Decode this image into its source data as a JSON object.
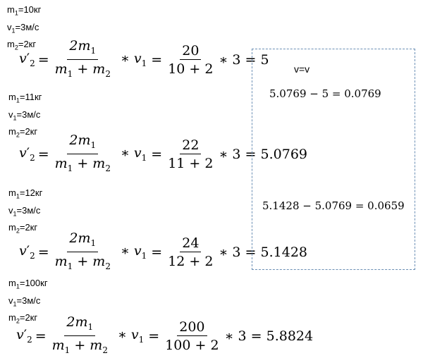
{
  "examples": [
    {
      "m1_label": "m",
      "m1_sub": "1",
      "m1_value": "=10кг",
      "v1_label": "v",
      "v1_sub": "1",
      "v1_value": "=3м/с",
      "m2_label": "m",
      "m2_sub": "2",
      "m2_value": "=2кг",
      "formula": {
        "lhs": "v",
        "lhs_prime": "′",
        "lhs_sub": "2",
        "frac1_num": "2m",
        "frac1_num_sub": "1",
        "frac1_den": "m",
        "frac1_den_sub1": "1",
        "frac1_den_plus": " + m",
        "frac1_den_sub2": "2",
        "mult_v": "∗ v",
        "mult_v_sub": "1",
        "frac2_num": "20",
        "frac2_den": "10 + 2",
        "tail": "∗ 3 = 5"
      }
    },
    {
      "m1_label": "m",
      "m1_sub": "1",
      "m1_value": "=11кг",
      "v1_label": "v",
      "v1_sub": "1",
      "v1_value": "=3м/с",
      "m2_label": "m",
      "m2_sub": "2",
      "m2_value": "=2кг",
      "formula": {
        "lhs": "v",
        "lhs_prime": "′",
        "lhs_sub": "2",
        "frac1_num": "2m",
        "frac1_num_sub": "1",
        "frac1_den": "m",
        "frac1_den_sub1": "1",
        "frac1_den_plus": " + m",
        "frac1_den_sub2": "2",
        "mult_v": "∗ v",
        "mult_v_sub": "1",
        "frac2_num": "22",
        "frac2_den": "11 + 2",
        "tail": "∗ 3 = 5.0769"
      }
    },
    {
      "m1_label": "m",
      "m1_sub": "1",
      "m1_value": "=12кг",
      "v1_label": "v",
      "v1_sub": "1",
      "v1_value": "=3м/с",
      "m2_label": "m",
      "m2_sub": "2",
      "m2_value": "=2кг",
      "formula": {
        "lhs": "v",
        "lhs_prime": "′",
        "lhs_sub": "2",
        "frac1_num": "2m",
        "frac1_num_sub": "1",
        "frac1_den": "m",
        "frac1_den_sub1": "1",
        "frac1_den_plus": " + m",
        "frac1_den_sub2": "2",
        "mult_v": "∗ v",
        "mult_v_sub": "1",
        "frac2_num": "24",
        "frac2_den": "12 + 2",
        "tail": "∗ 3 = 5.1428"
      }
    },
    {
      "m1_label": "m",
      "m1_sub": "1",
      "m1_value": "=100кг",
      "v1_label": "v",
      "v1_sub": "1",
      "v1_value": "=3м/с",
      "m2_label": "m",
      "m2_sub": "2",
      "m2_value": "=2кг",
      "formula": {
        "lhs": "v",
        "lhs_prime": "′",
        "lhs_sub": "2",
        "frac1_num": "2m",
        "frac1_num_sub": "1",
        "frac1_den": "m",
        "frac1_den_sub1": "1",
        "frac1_den_plus": " + m",
        "frac1_den_sub2": "2",
        "mult_v": "∗ v",
        "mult_v_sub": "1",
        "frac2_num": "200",
        "frac2_den": "100 + 2",
        "tail": "∗ 3 = 5.8824"
      }
    }
  ],
  "box": {
    "title": "v=v",
    "diff1": "5.0769 − 5 = 0.0769",
    "diff2": "5.1428 − 5.0769 = 0.0659",
    "border_color": "#6b8fb5"
  }
}
